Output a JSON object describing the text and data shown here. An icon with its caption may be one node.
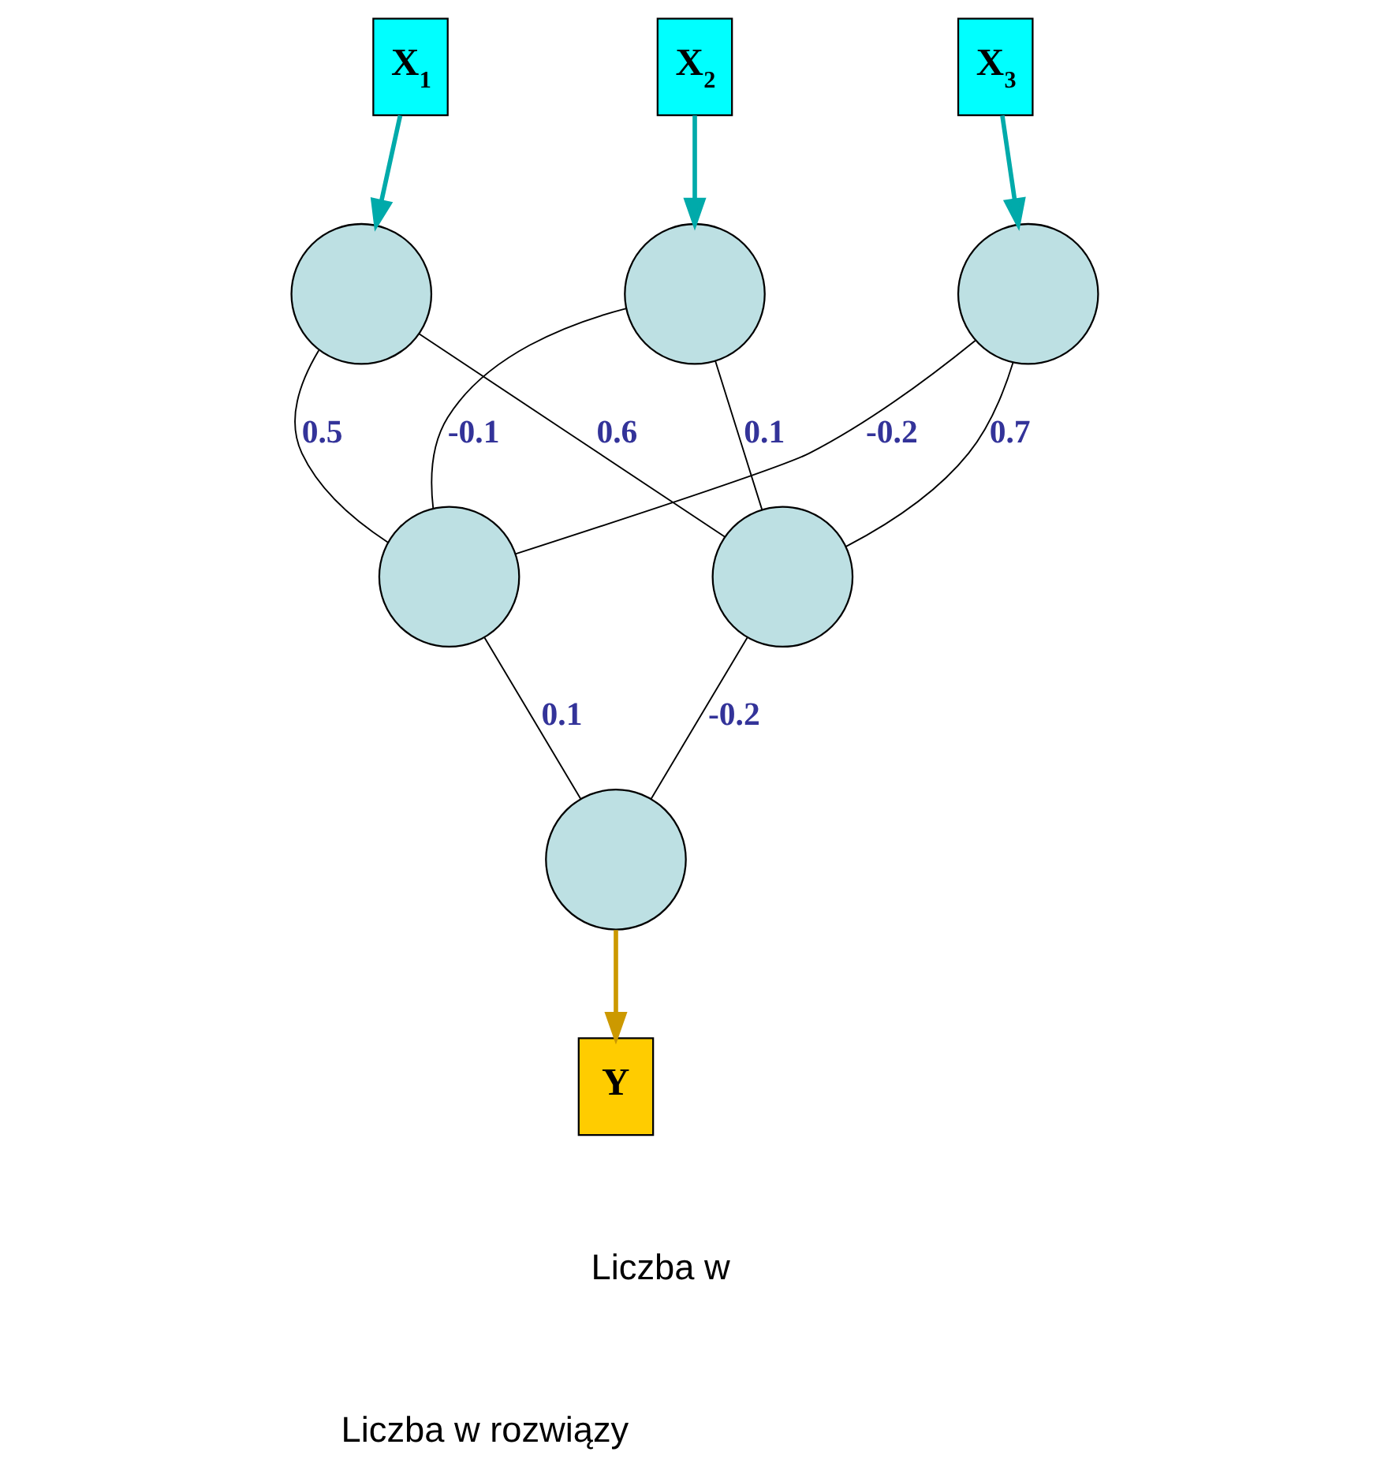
{
  "diagram": {
    "nodes": [
      {
        "text": [
          "X$_{1}$"
        ]
      },
      {
        "text": [
          "X$_{2}$"
        ]
      },
      {
        "text": [
          "X$_{3}$"
        ]
      },
      {
        "text": [],
        "shape": "circle"
      },
      {
        "text": [],
        "shape": "circle"
      },
      {
        "text": [],
        "shape": "circle"
      },
      {
        "text": [],
        "shape": "circle"
      },
      {
        "text": [],
        "shape": "circle"
      },
      {
        "text": [],
        "shape": "circle"
      },
      {
        "text": [
          "Y"
        ]
      }
    ],
    "edges": [
      {
        "from": 0,
        "to": 3,
        "arrow": "to",
        "style": "thick",
        "color": "#00aaaa"
      },
      {
        "from": 1,
        "to": 4,
        "arrow": "to",
        "style": "thick",
        "color": "#00aaaa"
      },
      {
        "from": 2,
        "to": 5,
        "arrow": "to",
        "style": "thick",
        "color": "#00aaaa"
      },
      {
        "from": 3,
        "to": 6,
        "arrow": "none",
        "label": "0.5"
      },
      {
        "from": 3,
        "to": 7,
        "arrow": "none",
        "label": "0.6"
      },
      {
        "from": 4,
        "to": 6,
        "arrow": "none",
        "label": "-0.1"
      },
      {
        "from": 4,
        "to": 7,
        "arrow": "none",
        "label": "0.1"
      },
      {
        "from": 5,
        "to": 6,
        "arrow": "none",
        "label": "-0.2"
      },
      {
        "from": 5,
        "to": 7,
        "arrow": "none",
        "label": "0.7"
      },
      {
        "from": 6,
        "to": 8,
        "arrow": "none",
        "label": "0.1"
      },
      {
        "from": 7,
        "to": 8,
        "arrow": "none",
        "label": "-0.2"
      },
      {
        "from": 8,
        "to": 9,
        "arrow": "to",
        "style": "thick",
        "color": "#cc9900"
      }
    ],
    "labels": [
      "Liczba w",
      "Liczba w rozwiązy"
    ]
  }
}
